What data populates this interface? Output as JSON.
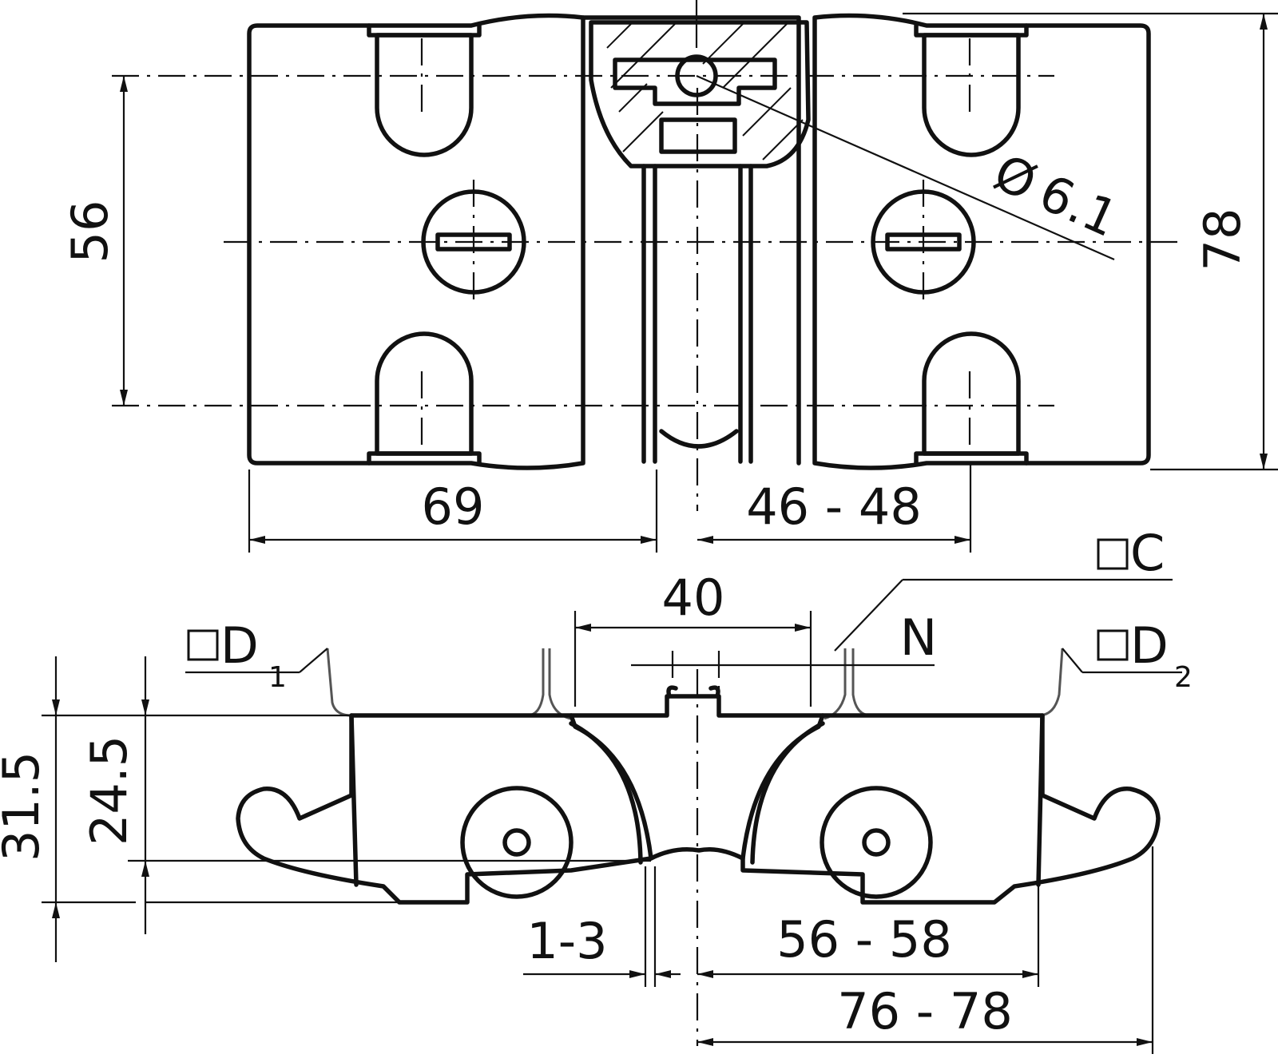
{
  "dimensions": {
    "height_56": "56",
    "height_78": "78",
    "diameter": "6.1",
    "diameter_symbol": "Ø",
    "width_69": "69",
    "range_46_48": "46 - 48",
    "width_40": "40",
    "height_31_5": "31.5",
    "height_24_5": "24.5",
    "gap_1_3": "1-3",
    "range_56_58": "56 - 58",
    "range_76_78": "76 - 78"
  },
  "labels": {
    "c_letter": "C",
    "n_letter": "N",
    "d1_letter": "D",
    "d1_sub": "1",
    "d2_letter": "D",
    "d2_sub": "2"
  }
}
